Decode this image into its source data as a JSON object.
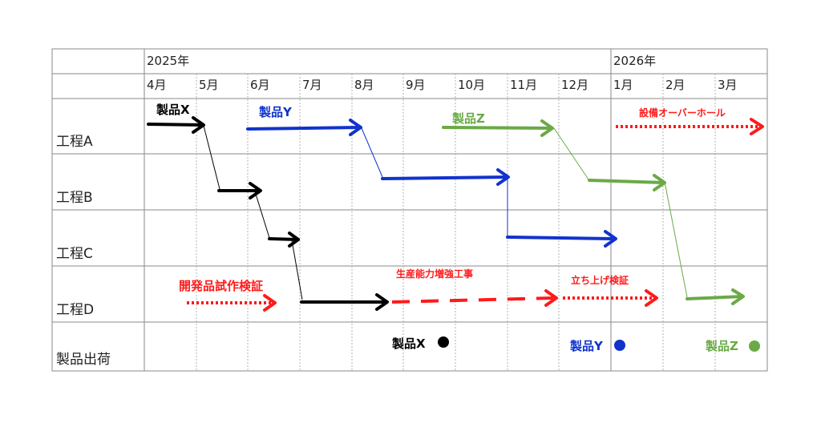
{
  "colors": {
    "product_x": "#000000",
    "product_y": "#1133cc",
    "product_z": "#6aaa46",
    "event": "#ff1a1a",
    "grid_solid": "#8a8a8a",
    "grid_dotted": "#b0b0b0"
  },
  "header": {
    "year_2025": "2025年",
    "year_2026": "2026年",
    "months": [
      "4月",
      "5月",
      "6月",
      "7月",
      "8月",
      "9月",
      "10月",
      "11月",
      "12月",
      "1月",
      "2月",
      "3月"
    ]
  },
  "rows": [
    "工程A",
    "工程B",
    "工程C",
    "工程D",
    "製品出荷"
  ],
  "labels": {
    "product_x": "製品X",
    "product_y": "製品Y",
    "product_z": "製品Z",
    "overhaul": "設備オーバーホール",
    "prototype": "開発品試作検証",
    "capacity": "生産能力増強工事",
    "startup": "立ち上げ検証"
  },
  "shipments": {
    "product_x": "製品X",
    "product_y": "製品Y",
    "product_z": "製品Z"
  }
}
